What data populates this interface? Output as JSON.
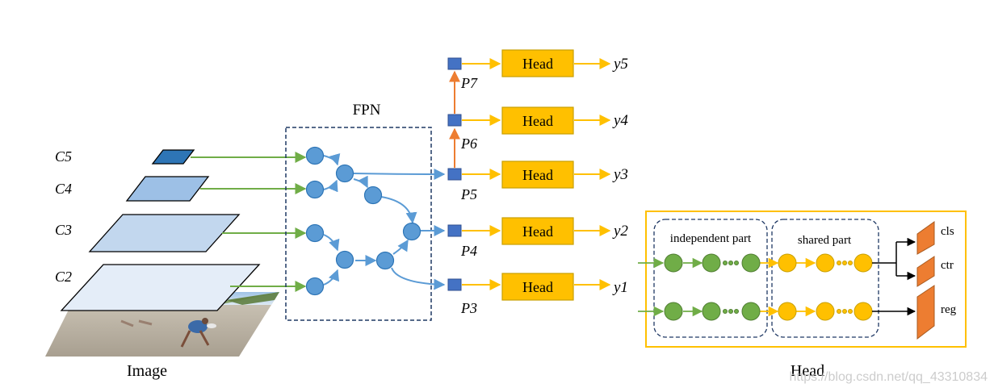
{
  "fpn": {
    "title": "FPN"
  },
  "backbone": {
    "labels": [
      "C5",
      "C4",
      "C3",
      "C2"
    ],
    "image_label": "Image"
  },
  "pyramid": {
    "levels": [
      "P7",
      "P6",
      "P5",
      "P4",
      "P3"
    ]
  },
  "heads": {
    "label": "Head",
    "outputs": [
      "y5",
      "y4",
      "y3",
      "y2",
      "y1"
    ]
  },
  "head_detail": {
    "title": "Head",
    "independent_part": "independent part",
    "shared_part": "shared part",
    "outputs": [
      "cls",
      "ctr",
      "reg"
    ]
  },
  "watermark": "https://blog.csdn.net/qq_43310834",
  "colors": {
    "feature_node": "#5b9bd5",
    "pyramid_node": "#4472c4",
    "head_box": "#ffc000",
    "head_border": "#d6a200",
    "green_node": "#70ad47",
    "output_shape": "#ed7d31",
    "dashed_border": "#1f3864"
  }
}
